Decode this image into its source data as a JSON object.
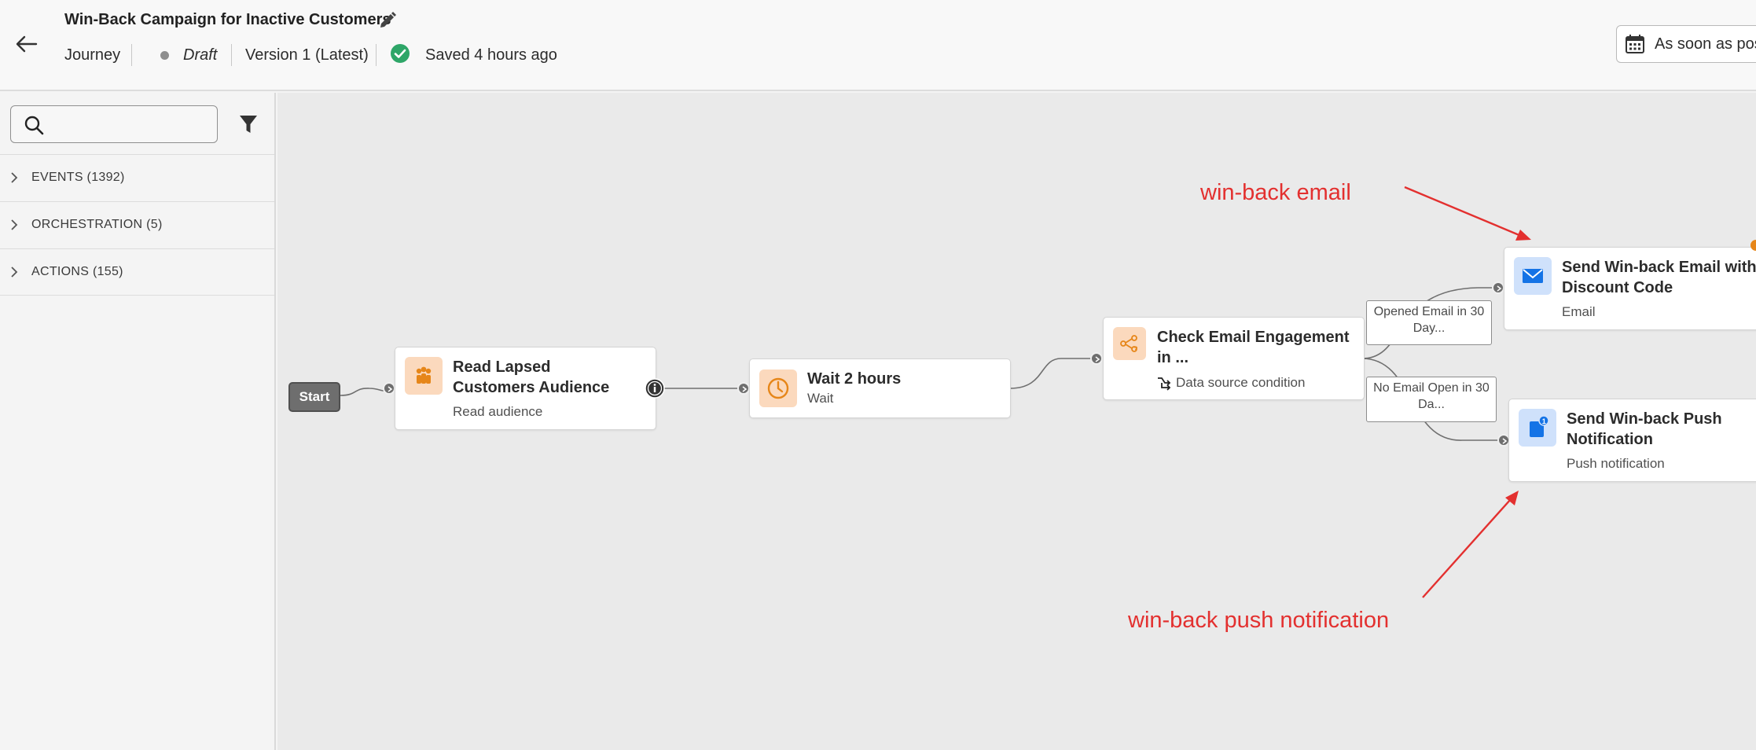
{
  "header": {
    "title": "Win-Back Campaign for Inactive Customers",
    "type": "Journey",
    "status": "Draft",
    "version": "Version 1 (Latest)",
    "saved": "Saved 4 hours ago",
    "schedule": "As soon as poss"
  },
  "sidebar": {
    "search": {
      "placeholder": "",
      "value": ""
    },
    "categories": [
      {
        "label": "EVENTS (1392)"
      },
      {
        "label": "ORCHESTRATION (5)"
      },
      {
        "label": "ACTIONS (155)"
      }
    ]
  },
  "canvas": {
    "start": "Start",
    "nodes": [
      {
        "title": "Read Lapsed Customers Audience",
        "subtitle": "Read audience",
        "icon": "audience-icon"
      },
      {
        "title": "Wait 2 hours",
        "subtitle": "Wait",
        "icon": "clock-icon"
      },
      {
        "title": "Check Email Engagement in ...",
        "subtitle": "Data source condition",
        "icon": "condition-icon"
      },
      {
        "title": "Send Win-back Email with Discount Code",
        "subtitle": "Email",
        "icon": "email-icon"
      },
      {
        "title": "Send Win-back Push Notification",
        "subtitle": "Push notification",
        "icon": "push-icon"
      }
    ],
    "edge_labels": [
      {
        "label": "Opened Email in 30 Day..."
      },
      {
        "label": "No Email Open in 30 Da..."
      }
    ]
  },
  "annotations": {
    "email": "win-back email",
    "push": "win-back push notification",
    "color": "#e3302f"
  },
  "colors": {
    "status_green": "#2ea668",
    "action_orange": "#e68619",
    "action_blue": "#1473e6"
  }
}
